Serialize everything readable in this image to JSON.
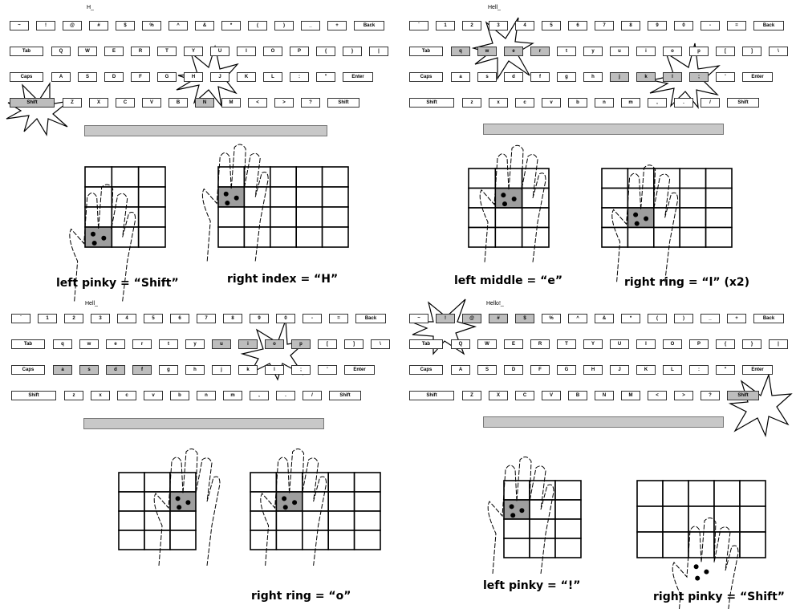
{
  "keyboard_rows_upper": [
    [
      "~",
      "!",
      "@",
      "#",
      "$",
      "%",
      "^",
      "&",
      "*",
      "(",
      ")",
      "_",
      "+",
      "Back"
    ],
    [
      "Tab",
      "Q",
      "W",
      "E",
      "R",
      "T",
      "Y",
      "U",
      "I",
      "O",
      "P",
      "{",
      "}",
      "|"
    ],
    [
      "Caps",
      "A",
      "S",
      "D",
      "F",
      "G",
      "H",
      "J",
      "K",
      "L",
      ":",
      "\"",
      "Enter"
    ],
    [
      "Shift",
      "Z",
      "X",
      "C",
      "V",
      "B",
      "N",
      "M",
      "<",
      ">",
      "?",
      "Shift"
    ]
  ],
  "keyboard_rows_lower": [
    [
      "`",
      "1",
      "2",
      "3",
      "4",
      "5",
      "6",
      "7",
      "8",
      "9",
      "0",
      "-",
      "=",
      "Back"
    ],
    [
      "Tab",
      "q",
      "w",
      "e",
      "r",
      "t",
      "y",
      "u",
      "i",
      "o",
      "p",
      "[",
      "]",
      "\\"
    ],
    [
      "Caps",
      "a",
      "s",
      "d",
      "f",
      "g",
      "h",
      "j",
      "k",
      "l",
      ";",
      "'",
      "Enter"
    ],
    [
      "Shift",
      "z",
      "x",
      "c",
      "v",
      "b",
      "n",
      "m",
      ",",
      ".",
      "/",
      "Shift"
    ]
  ],
  "panels": [
    {
      "typed": "H_",
      "caption": "left pinky = “Shift”",
      "caption2": "right index = “H”"
    },
    {
      "typed": "Hell_",
      "caption": "left middle = “e”",
      "caption2": "right ring = “l” (x2)"
    },
    {
      "typed": "Hell_",
      "caption": "",
      "caption2": "right ring = “o”"
    },
    {
      "typed": "Hello!_",
      "caption": "left pinky = “!”",
      "caption2": "right pinky = “Shift”"
    }
  ],
  "colors": {
    "highlight": "#bdbdbd",
    "input_bar": "#c8c8c8",
    "grid_fill": "#9e9e9e"
  }
}
